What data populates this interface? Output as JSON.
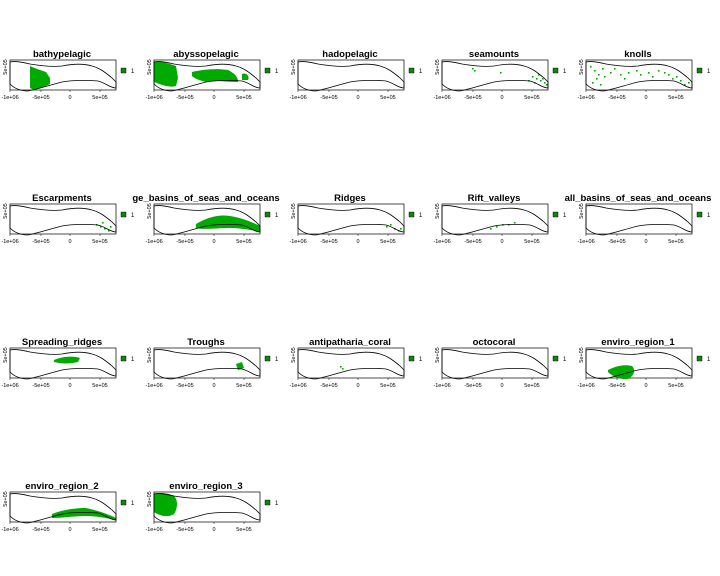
{
  "figure": {
    "x_tick_labels": [
      "-1e+06",
      "-5e+05",
      "0",
      "5e+05"
    ],
    "y_tick_label": "5e+05",
    "legend_value": "1",
    "fill_color": "#00aa00",
    "legend_box_color": "#1a7a1a"
  },
  "panels": [
    {
      "title": "bathypelagic",
      "fill": "bathy"
    },
    {
      "title": "abyssopelagic",
      "fill": "abysso"
    },
    {
      "title": "hadopelagic",
      "fill": "none"
    },
    {
      "title": "seamounts",
      "fill": "seamounts"
    },
    {
      "title": "knolls",
      "fill": "knolls"
    },
    {
      "title": "Escarpments",
      "fill": "escarp"
    },
    {
      "title": "ge_basins_of_seas_and_oceans",
      "fill": "large_basins"
    },
    {
      "title": "Ridges",
      "fill": "ridges"
    },
    {
      "title": "Rift_valleys",
      "fill": "rift"
    },
    {
      "title": "all_basins_of_seas_and_oceans",
      "fill": "none"
    },
    {
      "title": "Spreading_ridges",
      "fill": "spreading"
    },
    {
      "title": "Troughs",
      "fill": "troughs"
    },
    {
      "title": "antipatharia_coral",
      "fill": "antipatharia"
    },
    {
      "title": "octocoral",
      "fill": "none"
    },
    {
      "title": "enviro_region_1",
      "fill": "env1"
    },
    {
      "title": "enviro_region_2",
      "fill": "env2"
    },
    {
      "title": "enviro_region_3",
      "fill": "env3"
    }
  ]
}
